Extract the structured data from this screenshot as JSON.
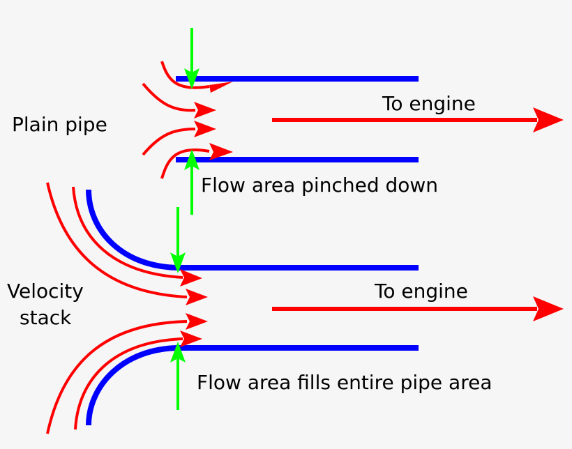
{
  "labels": {
    "plain_pipe": "Plain pipe",
    "to_engine_top": "To engine",
    "pinched": "Flow area pinched down",
    "velocity_stack_line1": "Velocity",
    "velocity_stack_line2": "stack",
    "to_engine_bottom": "To engine",
    "fills": "Flow area fills entire pipe area"
  },
  "colors": {
    "background": "#f6f6f7",
    "pipe": "#0000ff",
    "flow": "#ff0000",
    "pinch_marker": "#00ff00",
    "text": "#000000"
  },
  "icons": {
    "flow_arrow": "arrow-right-icon",
    "pinch_marker": "arrow-down-icon"
  }
}
